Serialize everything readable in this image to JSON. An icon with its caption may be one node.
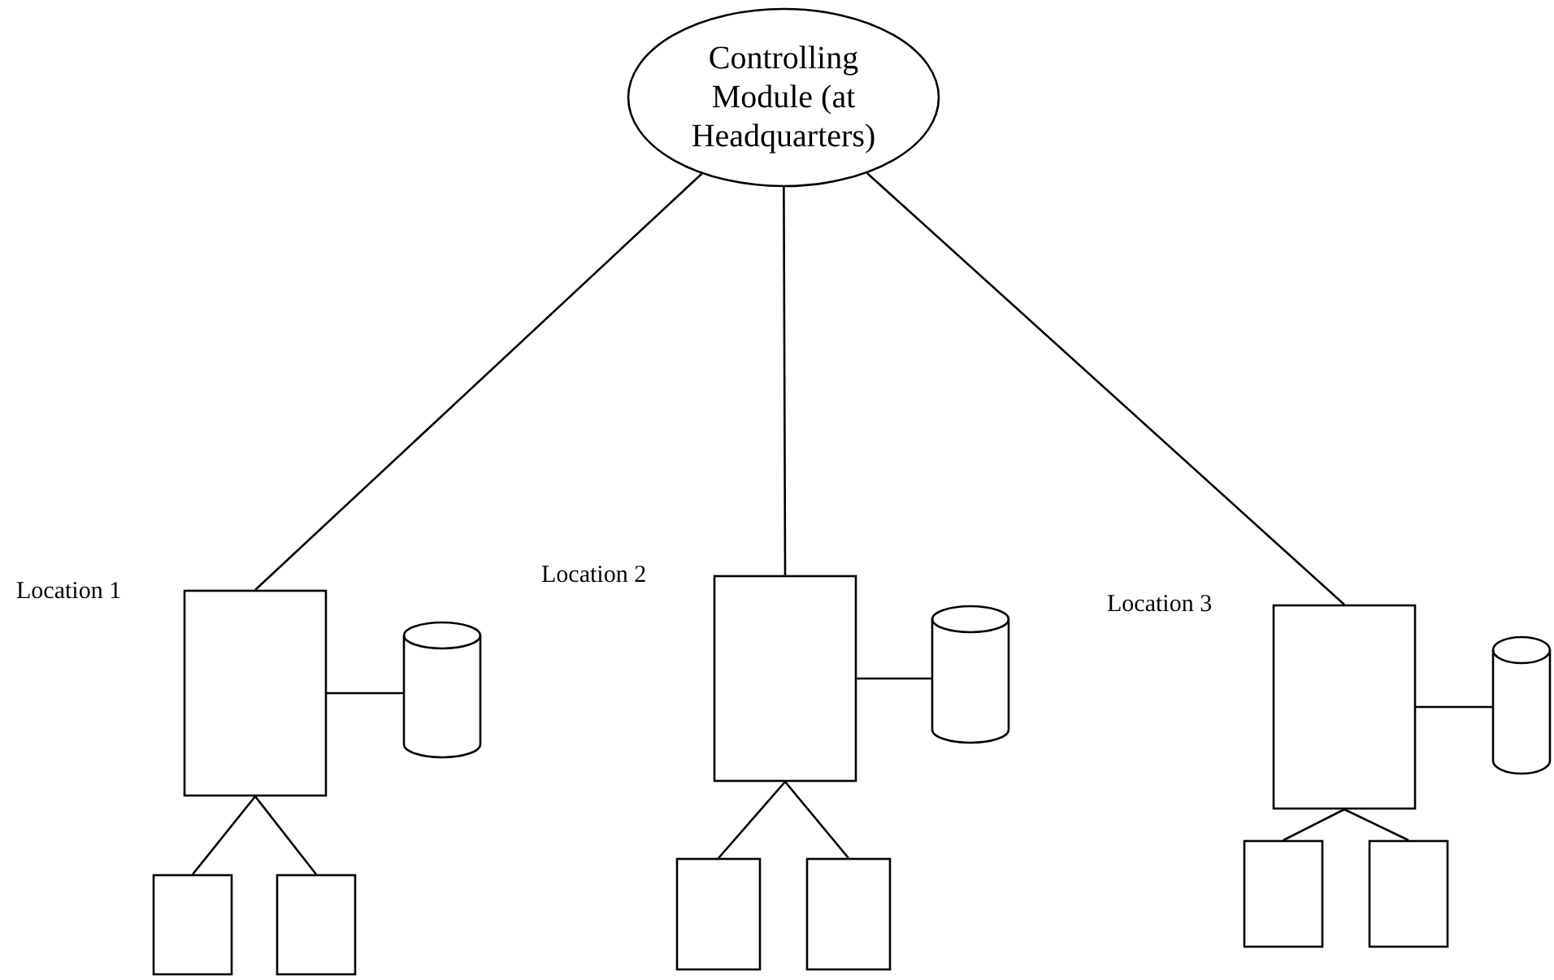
{
  "diagram": {
    "nodes": [
      {
        "text": [
          "Controlling Module (at Headquarters)"
        ]
      },
      {
        "text": [],
        "shape": "box",
        "beside": [
          "Location 1"
        ]
      },
      {
        "text": [],
        "shape": "cylinder"
      },
      {
        "text": [],
        "shape": "box"
      },
      {
        "text": [],
        "shape": "box"
      },
      {
        "text": [],
        "shape": "box",
        "beside": [
          "Location 2"
        ]
      },
      {
        "text": [],
        "shape": "cylinder"
      },
      {
        "text": [],
        "shape": "box"
      },
      {
        "text": [],
        "shape": "box"
      },
      {
        "text": [],
        "shape": "box",
        "beside": [
          "Location 3"
        ]
      },
      {
        "text": [],
        "shape": "cylinder"
      },
      {
        "text": [],
        "shape": "box"
      },
      {
        "text": [],
        "shape": "box"
      }
    ],
    "edges": [
      {
        "from": 0,
        "to": 1,
        "arrow": "none"
      },
      {
        "from": 0,
        "to": 5,
        "arrow": "none"
      },
      {
        "from": 0,
        "to": 9,
        "arrow": "none"
      },
      {
        "from": 1,
        "to": 2,
        "arrow": "none"
      },
      {
        "from": 1,
        "to": 3,
        "arrow": "none"
      },
      {
        "from": 1,
        "to": 4,
        "arrow": "none"
      },
      {
        "from": 5,
        "to": 6,
        "arrow": "none"
      },
      {
        "from": 5,
        "to": 7,
        "arrow": "none"
      },
      {
        "from": 5,
        "to": 8,
        "arrow": "none"
      },
      {
        "from": 9,
        "to": 10,
        "arrow": "none"
      },
      {
        "from": 9,
        "to": 11,
        "arrow": "none"
      },
      {
        "from": 9,
        "to": 12,
        "arrow": "none"
      }
    ]
  }
}
